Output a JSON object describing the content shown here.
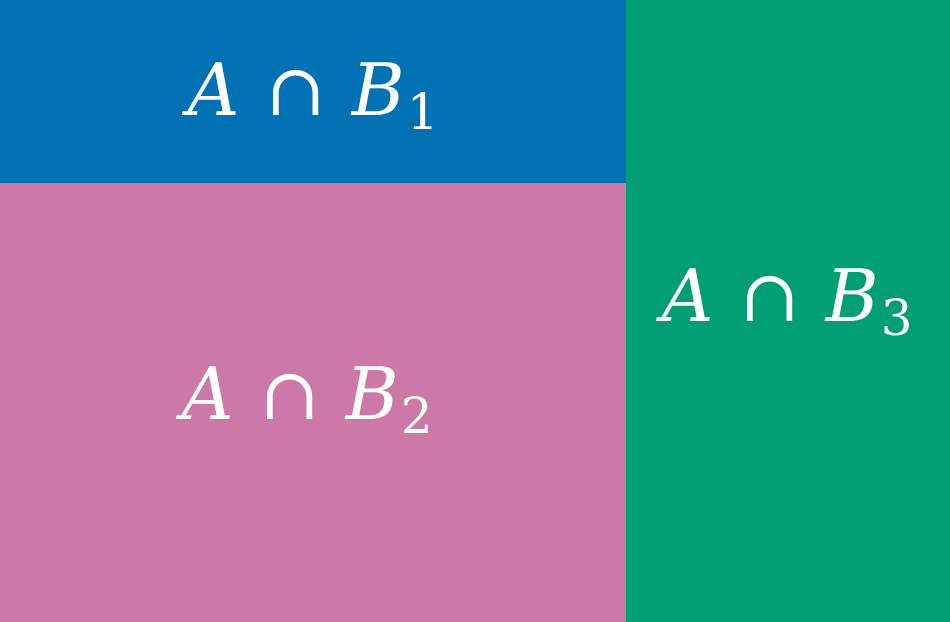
{
  "colors": {
    "region_1": "#0071b2",
    "region_2": "#cc79a7",
    "region_3": "#009e74",
    "text": "#ffffff"
  },
  "regions": [
    {
      "set": "A",
      "operator": "∩",
      "partition": "B",
      "index": "1"
    },
    {
      "set": "A",
      "operator": "∩",
      "partition": "B",
      "index": "2"
    },
    {
      "set": "A",
      "operator": "∩",
      "partition": "B",
      "index": "3"
    }
  ]
}
